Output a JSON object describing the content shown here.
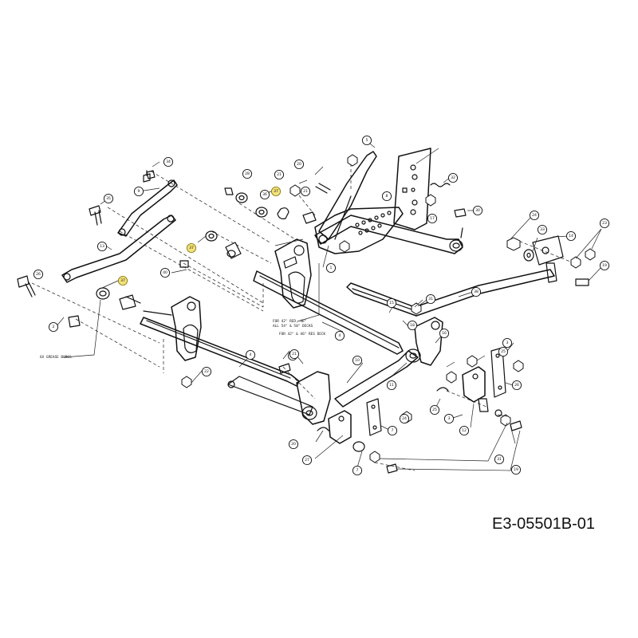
{
  "diagram": {
    "drawing_id": "E3-05501B-01",
    "notes": {
      "grease_bores": "6X GREASE BORES",
      "deck_note_line1": "FOR 42\" RED, 46\"",
      "deck_note_line2": "ALL 54\" & 50\" DECKS",
      "deck_note_line3": "FOR 42\" & 46\" RES DECK"
    },
    "callouts": [
      {
        "label": "34"
      },
      {
        "label": "9"
      },
      {
        "label": "35"
      },
      {
        "label": "13"
      },
      {
        "label": "36"
      },
      {
        "label": "37"
      },
      {
        "label": "37"
      },
      {
        "label": "37"
      },
      {
        "label": "28"
      },
      {
        "label": "21"
      },
      {
        "label": "20"
      },
      {
        "label": "21"
      },
      {
        "label": "1"
      },
      {
        "label": "40"
      },
      {
        "label": "26"
      },
      {
        "label": "2"
      },
      {
        "label": "22"
      },
      {
        "label": "4"
      },
      {
        "label": "8"
      },
      {
        "label": "5"
      },
      {
        "label": "32"
      },
      {
        "label": "17"
      },
      {
        "label": "30"
      },
      {
        "label": "15"
      },
      {
        "label": "18"
      },
      {
        "label": "24"
      },
      {
        "label": "23"
      },
      {
        "label": "14"
      },
      {
        "label": "33"
      },
      {
        "label": "19"
      },
      {
        "label": "38"
      },
      {
        "label": "31"
      },
      {
        "label": "16"
      },
      {
        "label": "10"
      },
      {
        "label": "21"
      },
      {
        "label": "11"
      },
      {
        "label": "24"
      },
      {
        "label": "25"
      },
      {
        "label": "20"
      },
      {
        "label": "7"
      },
      {
        "label": "3"
      },
      {
        "label": "12"
      },
      {
        "label": "25"
      },
      {
        "label": "3"
      },
      {
        "label": "27"
      },
      {
        "label": "7"
      },
      {
        "label": "26"
      },
      {
        "label": "31"
      },
      {
        "label": "19"
      },
      {
        "label": "4"
      },
      {
        "label": "21"
      },
      {
        "label": "30"
      }
    ]
  }
}
